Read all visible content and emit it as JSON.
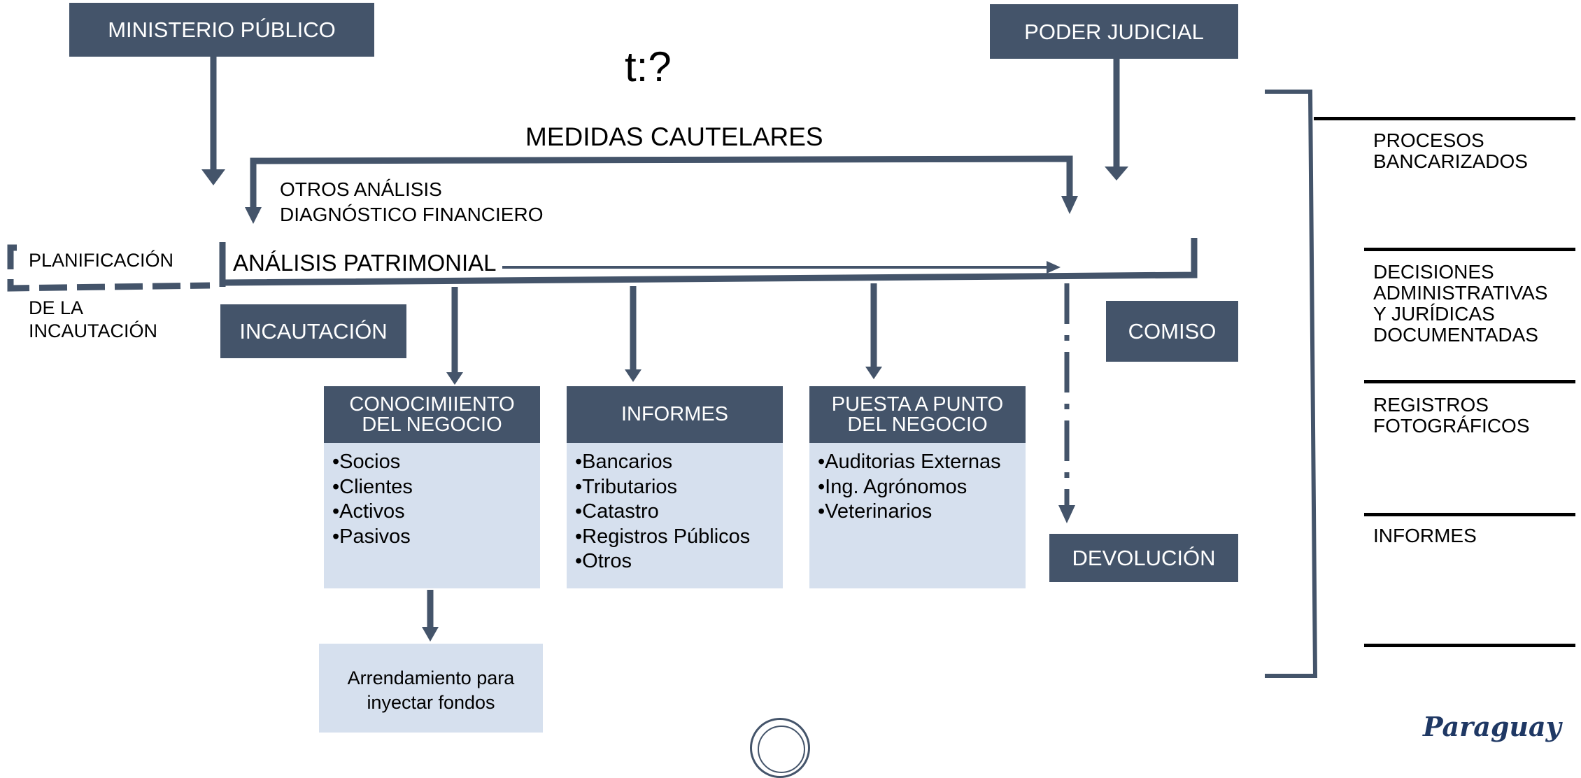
{
  "colors": {
    "box_fill": "#44546a",
    "panel_fill": "#d6e0ee",
    "arrow": "#44546a",
    "bracket": "#44546a",
    "divider": "#000000"
  },
  "top": {
    "ministerio": "MINISTERIO PÚBLICO",
    "poder_judicial": "PODER JUDICIAL",
    "tq": "t:?",
    "medidas": "MEDIDAS CAUTELARES"
  },
  "otros": {
    "line1": "OTROS ANÁLISIS",
    "line2": "DIAGNÓSTICO FINANCIERO"
  },
  "analisis_patrimonial": "ANÁLISIS PATRIMONIAL",
  "planificacion": {
    "line1": "PLANIFICACIÓN",
    "line2": "DE LA",
    "line3": "INCAUTACIÓN"
  },
  "incautacion": "INCAUTACIÓN",
  "comiso": "COMISO",
  "devolucion": "DEVOLUCIÓN",
  "cards": [
    {
      "title1": "CONOCIMIIENTO",
      "title2": "DEL NEGOCIO",
      "items": [
        "•Socios",
        "•Clientes",
        "•Activos",
        "•Pasivos"
      ]
    },
    {
      "title1": "INFORMES",
      "items": [
        "•Bancarios",
        "•Tributarios",
        "•Catastro",
        "•Registros Públicos",
        "•Otros"
      ]
    },
    {
      "title1": "PUESTA A PUNTO",
      "title2": "DEL NEGOCIO",
      "items": [
        "•Auditorias Externas",
        "•Ing. Agrónomos",
        "•Veterinarios"
      ]
    }
  ],
  "arrendamiento": {
    "line1": "Arrendamiento para",
    "line2": "inyectar fondos"
  },
  "right_list": [
    [
      "PROCESOS",
      "BANCARIZADOS"
    ],
    [
      "DECISIONES",
      "ADMINISTRATIVAS",
      "Y JURÍDICAS",
      "DOCUMENTADAS"
    ],
    [
      "REGISTROS",
      "FOTOGRÁFICOS"
    ],
    [
      "INFORMES"
    ]
  ],
  "logo": {
    "seal_icon": "seal-icon",
    "brand_text": "Paraguay"
  }
}
